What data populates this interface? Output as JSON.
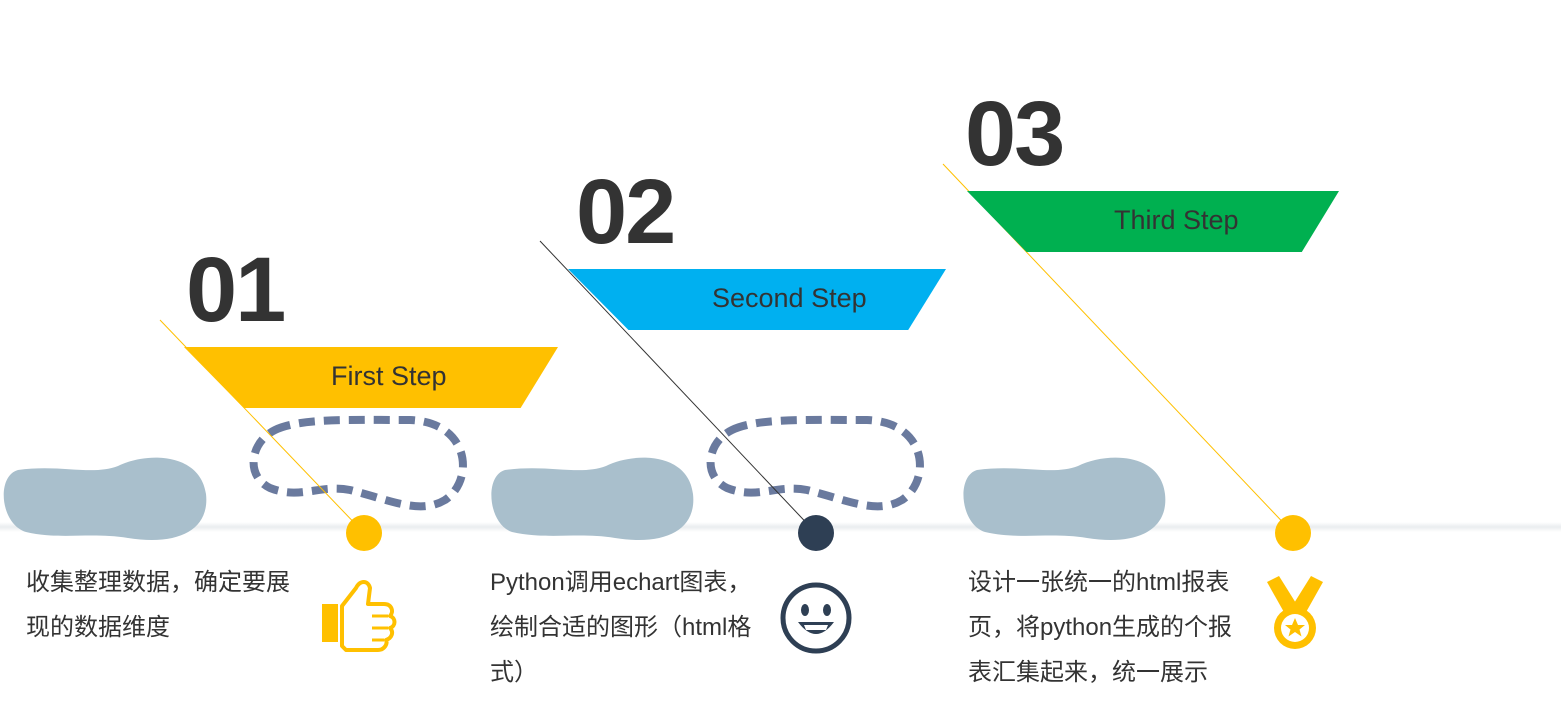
{
  "steps": [
    {
      "number": "01",
      "title": "First Step",
      "color": "#FFC000",
      "dot_color": "#FFC000",
      "icon": "thumbs-up-icon",
      "description": [
        "收集整理数据，确定要展",
        "现的数据维度"
      ]
    },
    {
      "number": "02",
      "title": "Second Step",
      "color": "#00B0F0",
      "dot_color": "#2E3F54",
      "icon": "smiley-face-icon",
      "description": [
        "Python调用echart图表，",
        "绘制合适的图形（html格",
        "式）"
      ]
    },
    {
      "number": "03",
      "title": "Third Step",
      "color": "#00B050",
      "dot_color": "#FFC000",
      "icon": "medal-icon",
      "description": [
        "设计一张统一的html报表",
        "页，将python生成的个报",
        "表汇集起来，统一展示"
      ]
    }
  ],
  "decoration": {
    "cloud_color": "#A9BFCC",
    "dashed_loop_color": "#6A7A9E"
  }
}
